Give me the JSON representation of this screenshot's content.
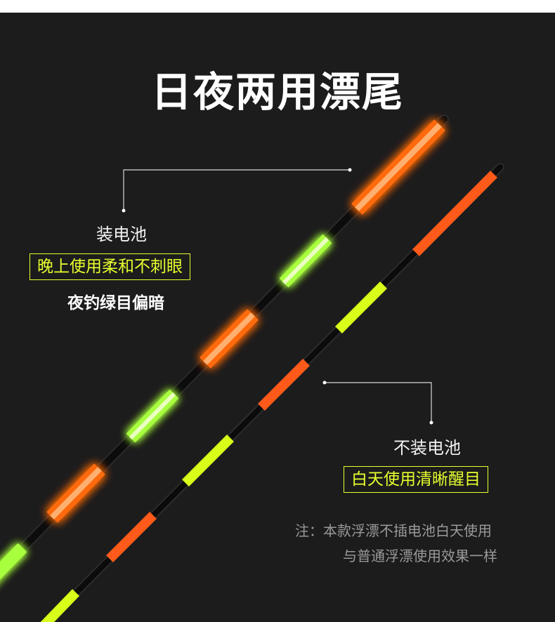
{
  "title": "日夜两用漂尾",
  "battery": {
    "label": "装电池",
    "highlight": "晚上使用柔和不刺眼",
    "detail": "夜钓绿目偏暗"
  },
  "no_battery": {
    "label": "不装电池",
    "highlight": "白天使用清晰醒目"
  },
  "note": {
    "line1": "注：本款浮漂不插电池白天使用",
    "line2": "与普通浮漂使用效果一样"
  },
  "colors": {
    "background": "#1c1c1c",
    "glow_orange": "#ff6a10",
    "glow_green": "#a8ff3c",
    "day_orange": "#ff5a1a",
    "day_yellow": "#d8ff1a",
    "highlight_text": "#e8ff2e"
  }
}
